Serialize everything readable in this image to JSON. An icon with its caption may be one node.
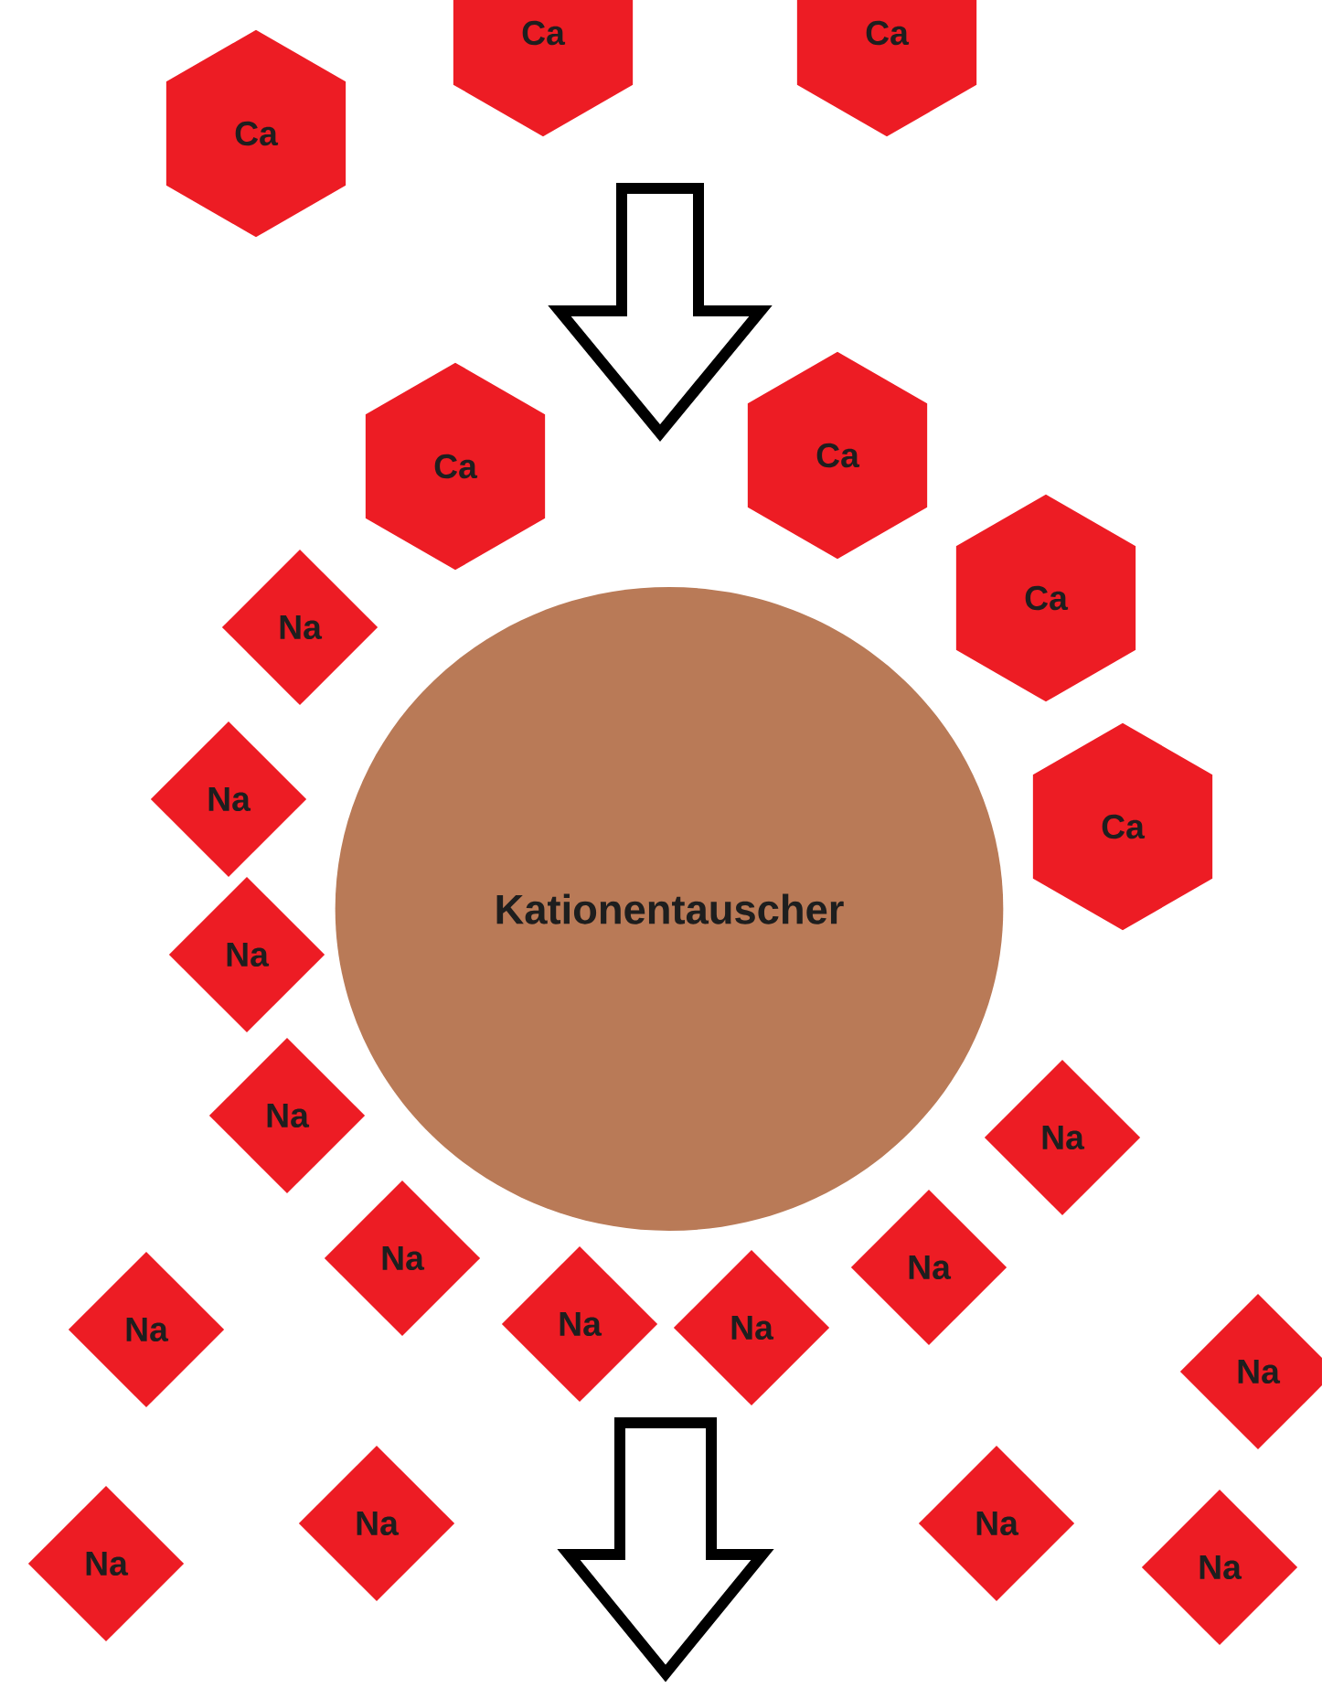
{
  "diagram": {
    "nodes": [
      {
        "text": [
          "Ca"
        ]
      },
      {
        "text": [
          "Ca"
        ]
      },
      {
        "text": [
          "Ca"
        ]
      },
      {
        "text": [
          "Ca"
        ]
      },
      {
        "text": [
          "Ca"
        ]
      },
      {
        "text": [
          "Ca"
        ]
      },
      {
        "text": [
          "Na"
        ]
      },
      {
        "text": [
          "Na"
        ]
      },
      {
        "text": [
          "Ca"
        ]
      },
      {
        "text": [
          "Kationentauscher"
        ]
      },
      {
        "text": [
          "Na"
        ]
      },
      {
        "text": [
          "Na"
        ]
      },
      {
        "text": [
          "Na"
        ]
      },
      {
        "text": [
          "Na"
        ]
      },
      {
        "text": [
          "Na"
        ]
      },
      {
        "text": [
          "Na"
        ]
      },
      {
        "text": [
          "Na"
        ]
      },
      {
        "text": [
          "Na"
        ]
      },
      {
        "text": [
          "Na"
        ]
      },
      {
        "text": [
          "Na"
        ]
      },
      {
        "text": [
          "Na"
        ]
      },
      {
        "text": [
          "Na"
        ]
      },
      {
        "text": [
          "Na"
        ]
      }
    ],
    "edges": [
      {
        "from": 0,
        "to": 9,
        "arrow": "to"
      }
    ]
  }
}
